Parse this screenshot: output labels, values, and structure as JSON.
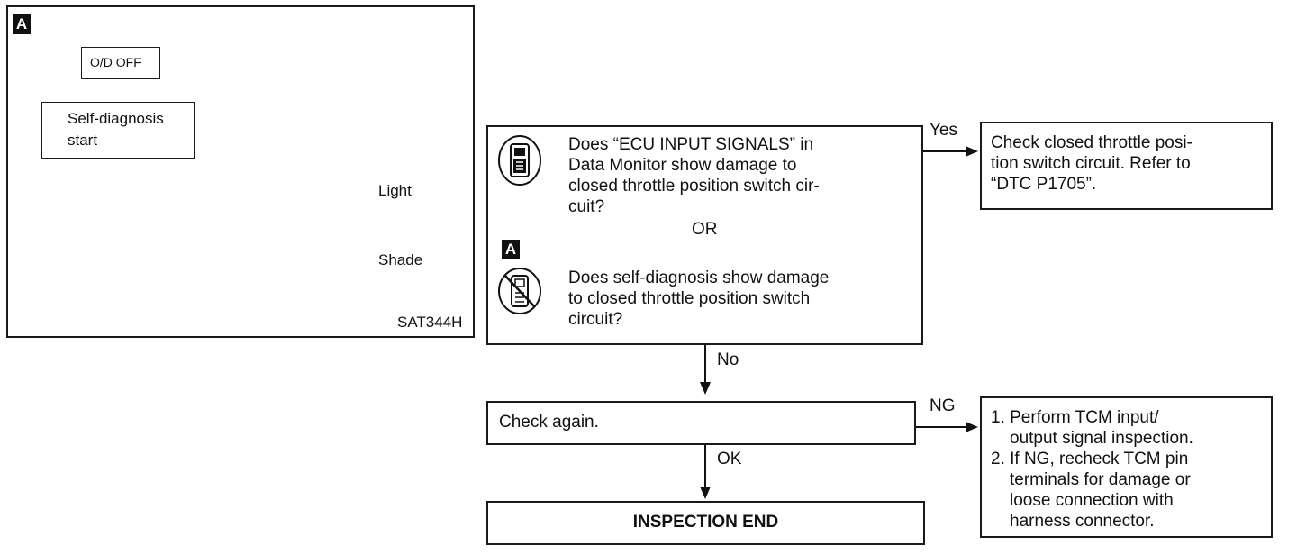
{
  "left_panel": {
    "tag": "A",
    "od_off": "O/D OFF",
    "self_diag_line1": "Self-diagnosis",
    "self_diag_line2": "start",
    "light": "Light",
    "shade": "Shade",
    "figure_id": "SAT344H"
  },
  "q_box": {
    "q1": [
      "Does “ECU INPUT SIGNALS” in",
      "Data Monitor show damage to",
      "closed throttle position switch cir-",
      "cuit?"
    ],
    "or": "OR",
    "tag": "A",
    "q2": [
      "Does self-diagnosis show damage",
      "to closed throttle position switch",
      "circuit?"
    ]
  },
  "yes_label": "Yes",
  "yes_box": [
    "Check closed throttle posi-",
    "tion switch circuit. Refer to",
    "“DTC P1705”."
  ],
  "no_label": "No",
  "check_again": "Check again.",
  "ng_label": "NG",
  "ng_box": {
    "item1": [
      "1. Perform TCM input/",
      "output signal inspection."
    ],
    "item2": [
      "2. If NG, recheck TCM pin",
      "terminals for damage or",
      "loose connection with",
      "harness connector."
    ]
  },
  "ok_label": "OK",
  "end_label": "INSPECTION END",
  "icons": [
    "consult-tester-icon",
    "no-tester-icon"
  ]
}
